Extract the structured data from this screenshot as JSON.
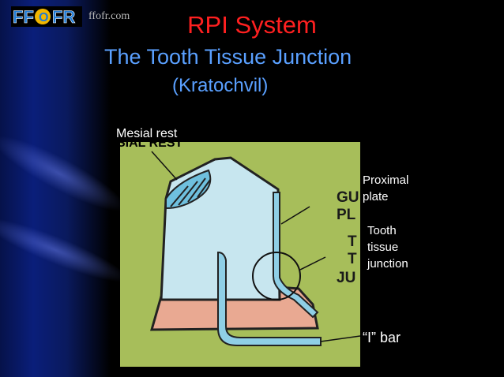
{
  "header": {
    "logo_text": "FFOFR",
    "url": "ffofr.com",
    "title": "RPI System",
    "subtitle": "The Tooth Tissue Junction",
    "author": "(Kratochvil)"
  },
  "labels": {
    "mesial_rest": "Mesial rest",
    "proximal_plate": [
      "Proximal",
      "plate"
    ],
    "tooth_tissue_junction": [
      "Tooth",
      "tissue",
      "junction"
    ],
    "i_bar": "“I” bar"
  },
  "photo_partial_text": {
    "top_cut": "SIAL REST",
    "right_side": [
      "GU",
      "PL",
      "T",
      "T",
      "JU"
    ]
  },
  "colors": {
    "title": "#ff2020",
    "subtitle": "#5aa0ff",
    "panel_bg": "#a7be5a",
    "tooth": "#c7e6ef",
    "gum": "#e9a992",
    "metal": "#8fcfe6"
  }
}
